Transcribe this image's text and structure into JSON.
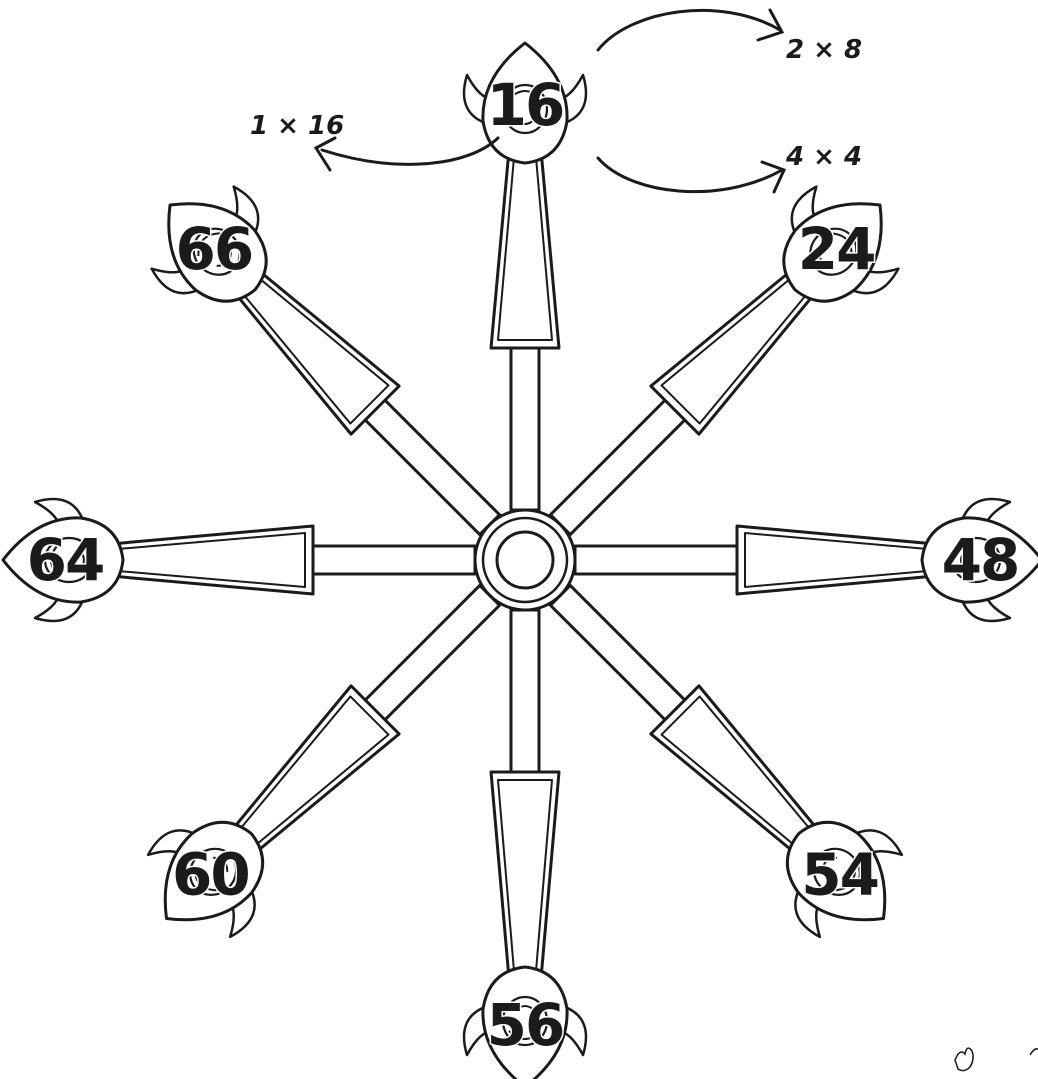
{
  "ride": {
    "seats": [
      {
        "id": "top",
        "label": "16"
      },
      {
        "id": "top-right",
        "label": "24"
      },
      {
        "id": "right",
        "label": "48"
      },
      {
        "id": "bottom-right",
        "label": "54"
      },
      {
        "id": "bottom",
        "label": "56"
      },
      {
        "id": "bottom-left",
        "label": "60"
      },
      {
        "id": "left",
        "label": "64"
      },
      {
        "id": "top-left",
        "label": "66"
      }
    ]
  },
  "factor_notes": {
    "pair_1": "1 × 16",
    "pair_2": "2 × 8",
    "pair_3": "4 × 4"
  },
  "colors": {
    "ink": "#1b1b1b",
    "paper": "#ffffff"
  }
}
